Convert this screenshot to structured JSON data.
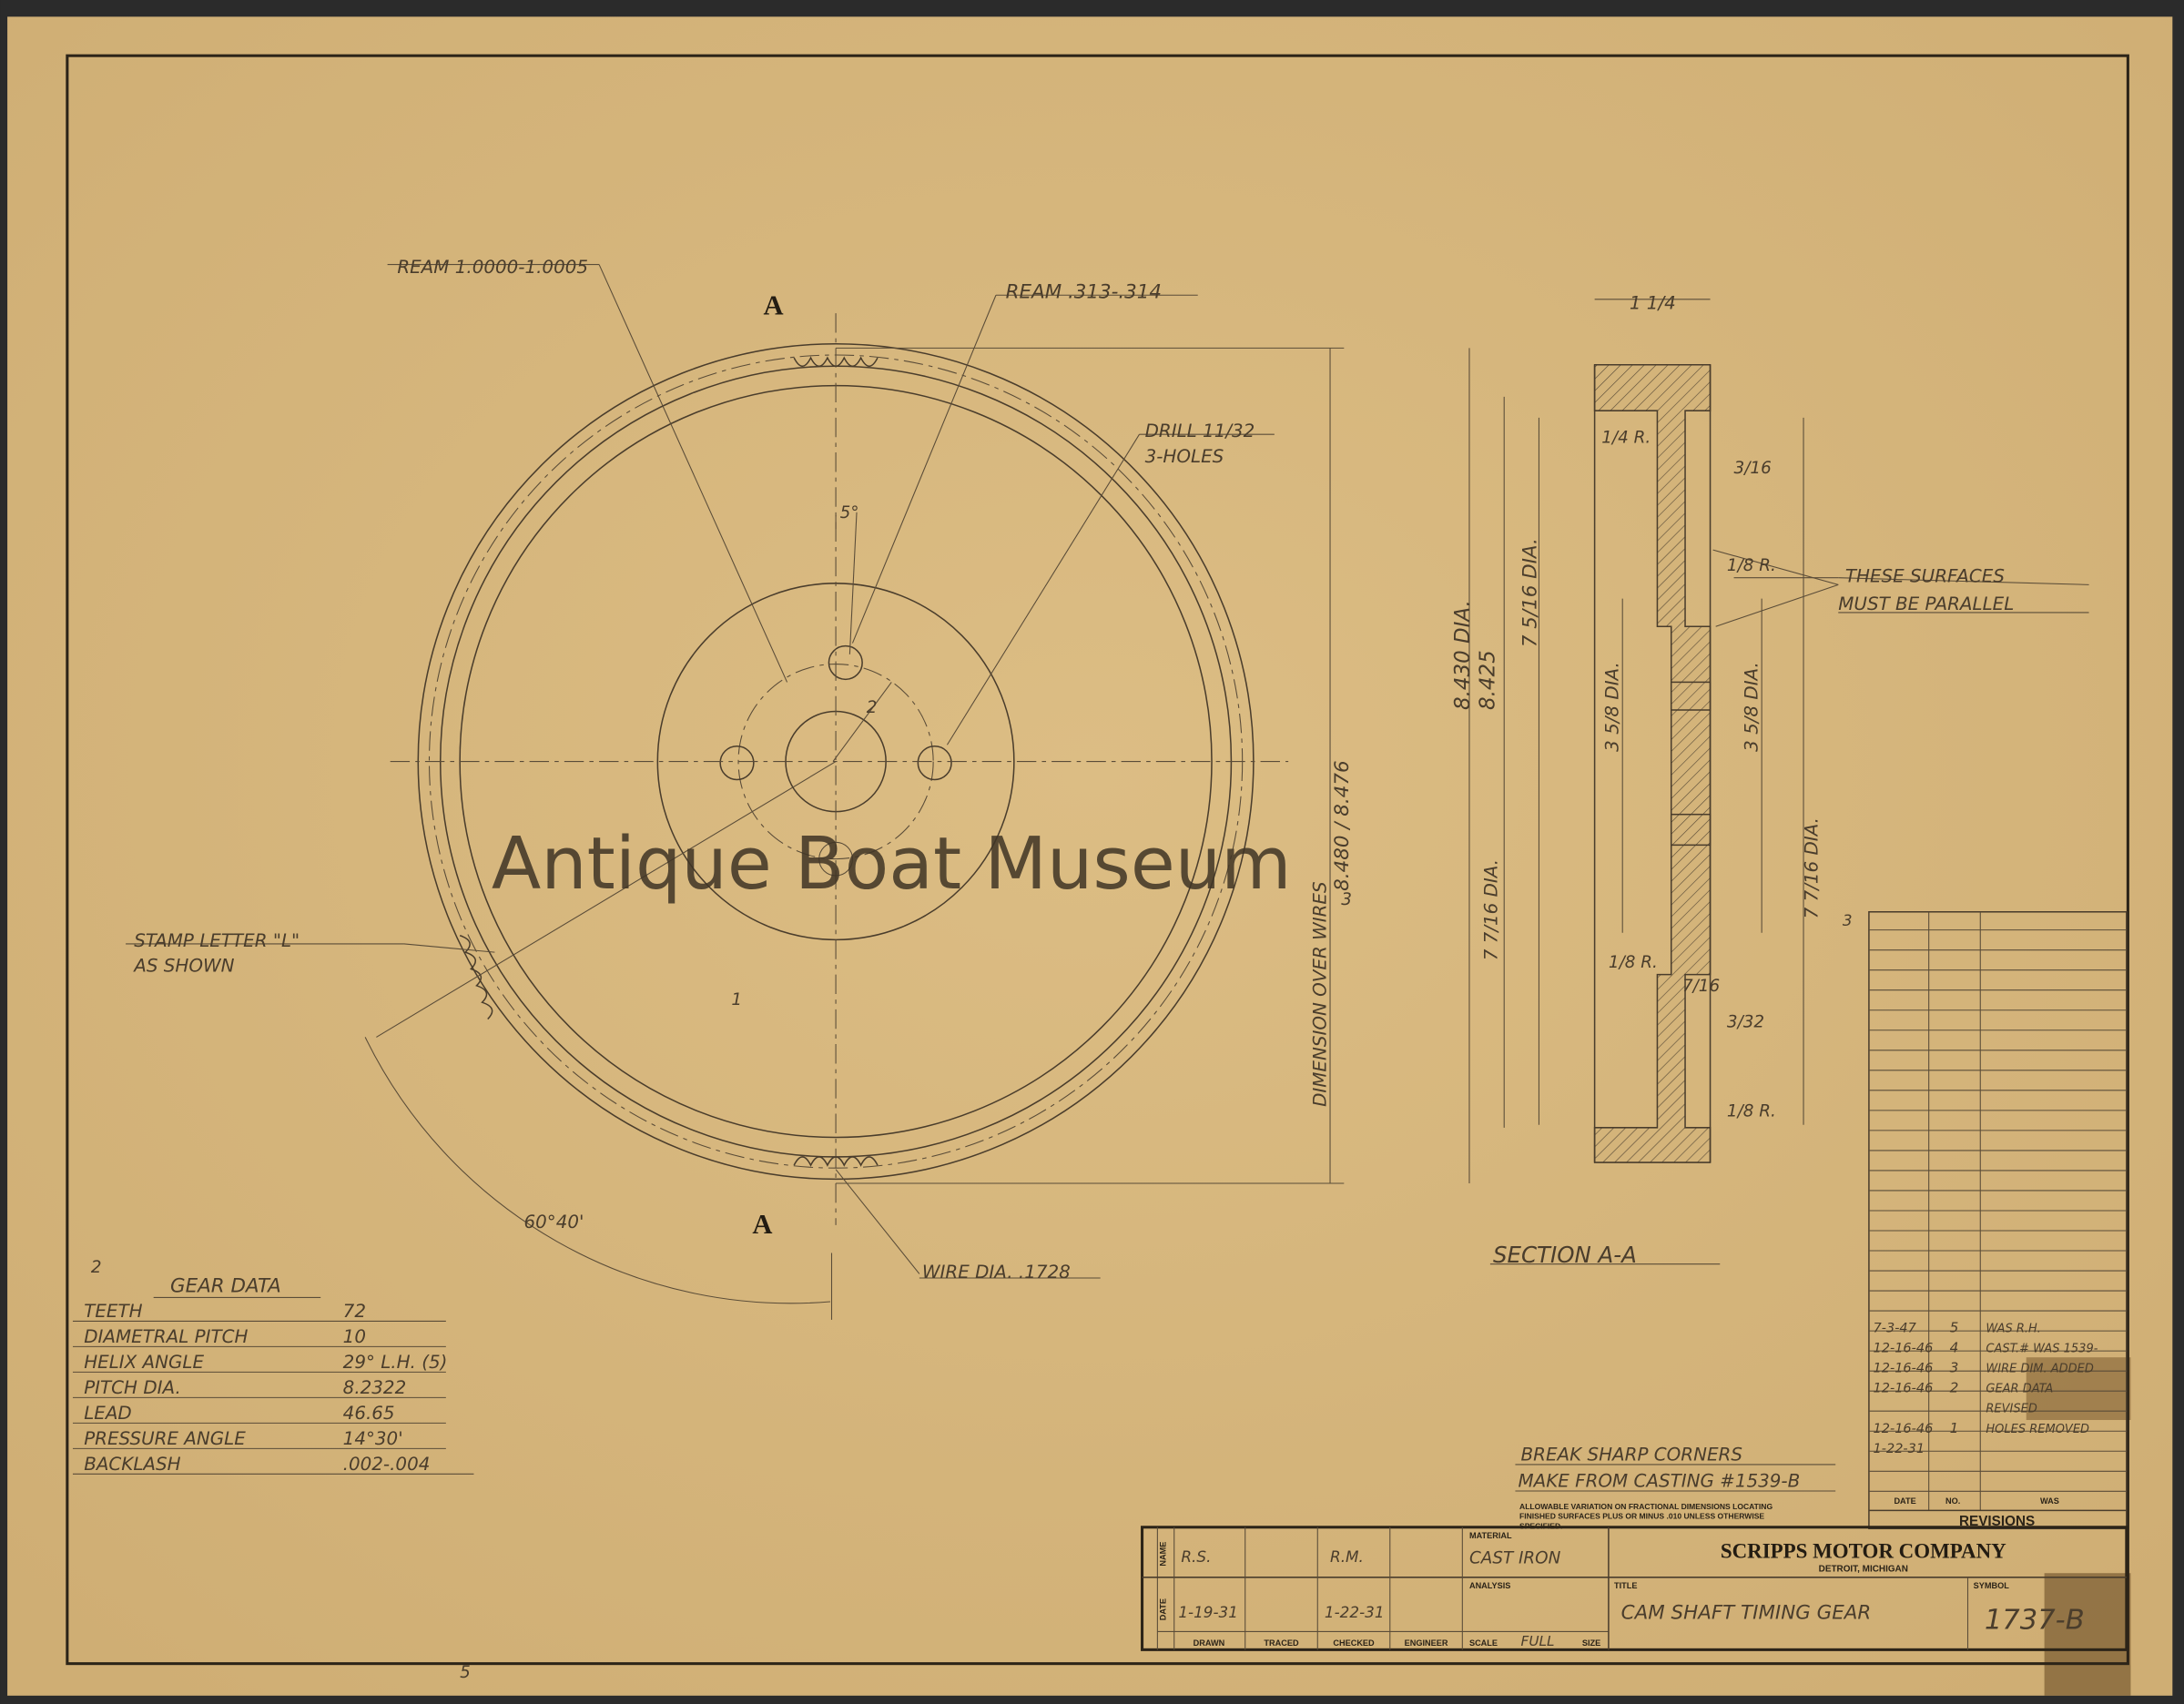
{
  "watermark": "Antique Boat Museum",
  "callouts": {
    "ream_large": "REAM 1.0000-1.0005",
    "ream_small": "REAM .313-.314",
    "drill": "DRILL 11/32",
    "drill_count": "3-HOLES",
    "angle_5": "5°",
    "radius_2": "2",
    "stamp": "STAMP LETTER \"L\"",
    "stamp2": "AS SHOWN",
    "angle_60": "60°40'",
    "wire": "WIRE DIA. .1728",
    "section_mark": "A",
    "dim_over_wires": "DIMENSION OVER WIRES",
    "dim_wires_values": "8.480 / 8.476",
    "note1": "1",
    "note3": "3",
    "note5": "5",
    "dia_8430": "8.430 DIA.",
    "dia_8425": "8.425",
    "dia_7_5_16": "7 5/16 DIA.",
    "dia_3_5_8": "3 5/8 DIA.",
    "dia_7_7_16": "7 7/16 DIA.",
    "width_1_1_4": "1 1/4",
    "r_1_4": "1/4 R.",
    "r_1_8": "1/8 R.",
    "t_3_16": "3/16",
    "t_7_16": "7/16",
    "t_3_32": "3/32",
    "parallel1": "THESE SURFACES",
    "parallel2": "MUST BE PARALLEL",
    "section_label": "SECTION A-A"
  },
  "gear_data": {
    "num": "2",
    "title": "GEAR DATA",
    "rows": [
      {
        "label": "TEETH",
        "value": "72"
      },
      {
        "label": "DIAMETRAL PITCH",
        "value": "10"
      },
      {
        "label": "HELIX ANGLE",
        "value": "29° L.H. (5)"
      },
      {
        "label": "PITCH DIA.",
        "value": "8.2322"
      },
      {
        "label": "LEAD",
        "value": "46.65"
      },
      {
        "label": "PRESSURE ANGLE",
        "value": "14°30'"
      },
      {
        "label": "BACKLASH",
        "value": ".002-.004"
      }
    ]
  },
  "notes": {
    "break": "BREAK SHARP CORNERS",
    "casting": "MAKE FROM CASTING #1539-B",
    "allow1": "ALLOWABLE VARIATION ON FRACTIONAL DIMENSIONS LOCATING",
    "allow2": "FINISHED SURFACES PLUS OR MINUS .010 UNLESS OTHERWISE",
    "allow3": "SPECIFIED."
  },
  "revisions": {
    "title": "REVISIONS",
    "headers": [
      "DATE",
      "NO.",
      "WAS"
    ],
    "rows": [
      {
        "date": "7-3-47",
        "no": "5",
        "was": "WAS R.H."
      },
      {
        "date": "12-16-46",
        "no": "4",
        "was": "CAST.# WAS 1539-"
      },
      {
        "date": "12-16-46",
        "no": "3",
        "was": "WIRE DIM. ADDED"
      },
      {
        "date": "12-16-46",
        "no": "2",
        "was": "GEAR DATA"
      },
      {
        "date": "",
        "no": "",
        "was": "REVISED"
      },
      {
        "date": "12-16-46",
        "no": "1",
        "was": "HOLES REMOVED"
      },
      {
        "date": "1-22-31",
        "no": "",
        "was": ""
      }
    ]
  },
  "title_block": {
    "name_label": "NAME",
    "date_label": "DATE",
    "drawn_name": "R.S.",
    "checked_name": "R.M.",
    "drawn_date": "1-19-31",
    "checked_date": "1-22-31",
    "roles": [
      "DRAWN",
      "TRACED",
      "CHECKED",
      "ENGINEER"
    ],
    "material_label": "MATERIAL",
    "material": "CAST IRON",
    "analysis_label": "ANALYSIS",
    "scale_label": "SCALE",
    "scale": "FULL",
    "size_label": "SIZE",
    "company": "SCRIPPS MOTOR COMPANY",
    "location": "DETROIT, MICHIGAN",
    "title_label": "TITLE",
    "title": "CAM SHAFT TIMING GEAR",
    "symbol_label": "SYMBOL",
    "symbol": "1737-B"
  }
}
